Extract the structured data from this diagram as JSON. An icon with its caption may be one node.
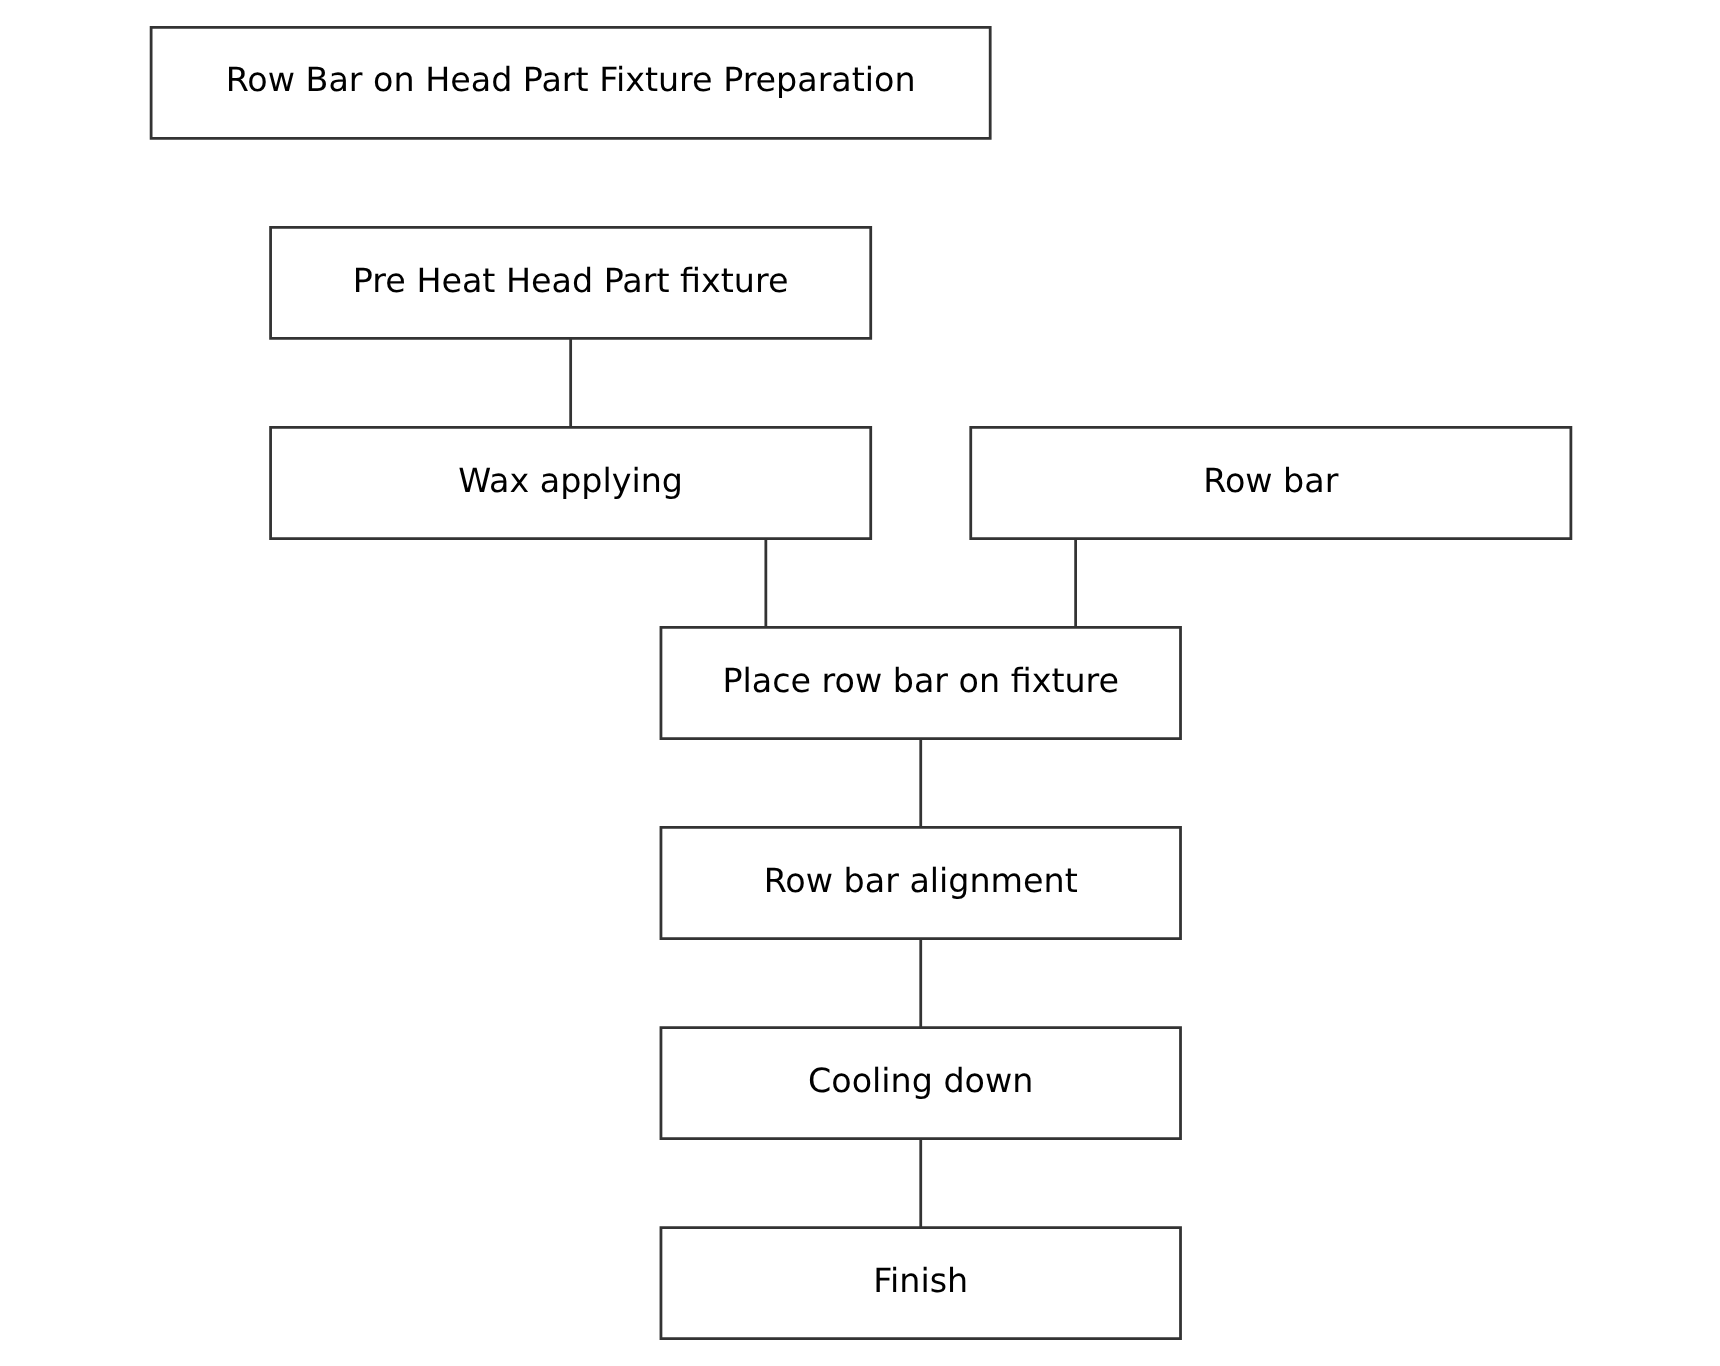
{
  "diagram": {
    "nodes": [
      {
        "text": [
          "Row Bar on Head Part Fixture Preparation"
        ]
      },
      {
        "text": [
          "Pre Heat Head Part fixture"
        ]
      },
      {
        "text": [
          "Row bar"
        ]
      },
      {
        "text": [
          "Wax applying"
        ]
      },
      {
        "text": [
          "Place row bar on fixture"
        ]
      },
      {
        "text": [
          "Row bar alignment"
        ]
      },
      {
        "text": [
          "Cooling down"
        ]
      },
      {
        "text": [
          "Finish"
        ]
      }
    ],
    "edges": [
      {
        "from": 1,
        "to": 3,
        "arrow": "none"
      },
      {
        "from": 3,
        "to": 4,
        "arrow": "none"
      },
      {
        "from": 2,
        "to": 4,
        "arrow": "none"
      },
      {
        "from": 4,
        "to": 5,
        "arrow": "none"
      },
      {
        "from": 5,
        "to": 6,
        "arrow": "none"
      },
      {
        "from": 6,
        "to": 7,
        "arrow": "none"
      }
    ]
  }
}
